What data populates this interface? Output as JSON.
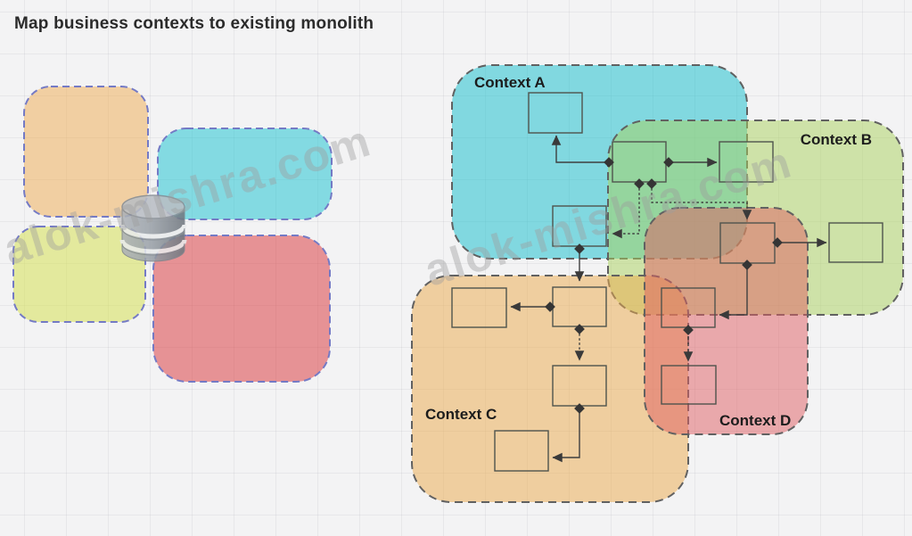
{
  "title": "Map business contexts to existing monolith",
  "watermark": {
    "text": "alok-mishra.com"
  },
  "palette": {
    "background": "#f3f3f4",
    "context_a_fill": "#10becc",
    "context_b_fill": "#aad25c",
    "context_c_fill": "#ecaa4a",
    "context_d_fill": "#e05e62",
    "monolith_orange_fill": "#f0ac50",
    "monolith_cyan_fill": "#14c2d0",
    "monolith_yellow_fill": "#d4e046",
    "monolith_red_fill": "#da3236",
    "context_border": "#616161",
    "monolith_border": "#747ac5",
    "connector": "#3f3f3f",
    "label_text": "#1c1c1c"
  },
  "monolith": {
    "blocks": [
      {
        "name": "orange-block"
      },
      {
        "name": "cyan-block"
      },
      {
        "name": "yellow-block"
      },
      {
        "name": "red-block"
      }
    ],
    "database_icon": "database-cylinder-icon"
  },
  "contexts": [
    {
      "id": "A",
      "label": "Context A"
    },
    {
      "id": "B",
      "label": "Context B"
    },
    {
      "id": "C",
      "label": "Context C"
    },
    {
      "id": "D",
      "label": "Context D"
    }
  ],
  "nodes": [
    {
      "id": "a1",
      "context": "A"
    },
    {
      "id": "a2",
      "context": "A"
    },
    {
      "id": "ab",
      "context": "A+B overlap"
    },
    {
      "id": "b1",
      "context": "B"
    },
    {
      "id": "b2",
      "context": "B"
    },
    {
      "id": "bd",
      "context": "B+D overlap"
    },
    {
      "id": "c1",
      "context": "C"
    },
    {
      "id": "c2",
      "context": "C"
    },
    {
      "id": "c3",
      "context": "C"
    },
    {
      "id": "c4",
      "context": "C"
    },
    {
      "id": "cd1",
      "context": "C+D overlap"
    },
    {
      "id": "cd2",
      "context": "C+D overlap"
    }
  ],
  "edges": [
    {
      "from": "ab",
      "to": "a1",
      "style": "solid"
    },
    {
      "from": "ab",
      "to": "b1",
      "style": "solid"
    },
    {
      "from": "ab",
      "to": "a2",
      "style": "dotted"
    },
    {
      "from": "ab",
      "to": "bd",
      "style": "dotted"
    },
    {
      "from": "bd",
      "to": "b2",
      "style": "solid"
    },
    {
      "from": "bd",
      "to": "cd1",
      "style": "solid"
    },
    {
      "from": "cd1",
      "to": "cd2",
      "style": "dashed"
    },
    {
      "from": "a2",
      "to": "c2",
      "style": "solid"
    },
    {
      "from": "c2",
      "to": "c1",
      "style": "solid"
    },
    {
      "from": "c2",
      "to": "c3",
      "style": "dotted"
    },
    {
      "from": "c3",
      "to": "c4",
      "style": "solid"
    }
  ]
}
